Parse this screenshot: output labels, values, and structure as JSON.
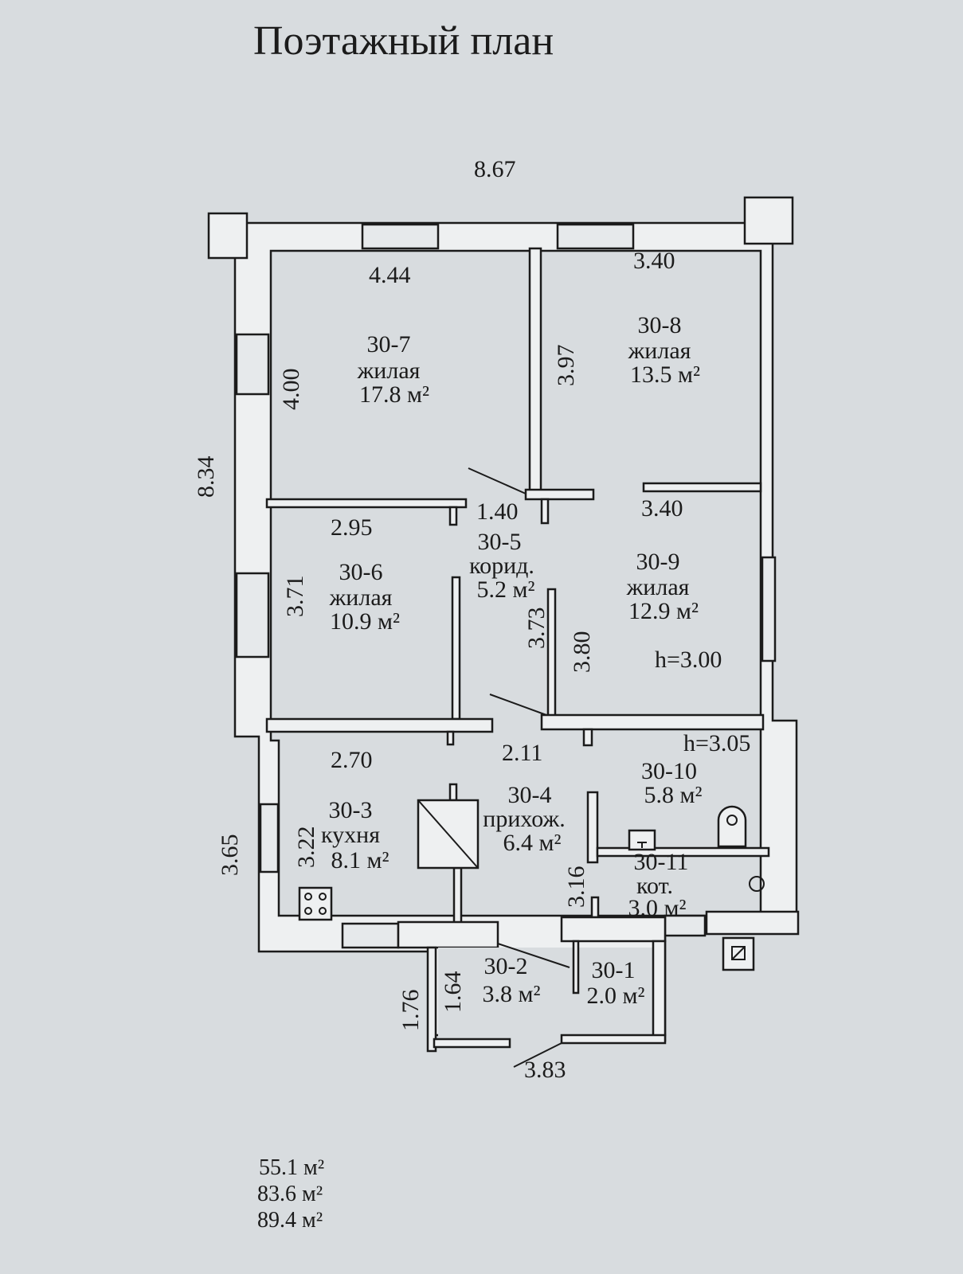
{
  "title": "Поэтажный план",
  "dimensions": {
    "overall_width": "8.67",
    "overall_height": "8.34",
    "lower_height": "3.65",
    "r7_width": "4.44",
    "r7_height": "4.00",
    "r8_width": "3.40",
    "r8_height": "3.97",
    "r6_width": "2.95",
    "r6_height": "3.71",
    "corridor_width": "1.40",
    "corridor_height": "3.73",
    "r9_width": "3.40",
    "r9_height": "3.80",
    "kitchen_width": "2.70",
    "kitchen_height": "3.22",
    "hall_width": "2.11",
    "hall_height": "3.16",
    "vest_outer": "1.76",
    "vest_inner": "1.64",
    "vest_width": "3.83"
  },
  "heights": {
    "main": "h=3.00",
    "wet": "h=3.05"
  },
  "rooms": [
    {
      "id": "30-7",
      "type": "жилая",
      "area": "17.8 м²"
    },
    {
      "id": "30-8",
      "type": "жилая",
      "area": "13.5 м²"
    },
    {
      "id": "30-6",
      "type": "жилая",
      "area": "10.9 м²"
    },
    {
      "id": "30-5",
      "type": "корид.",
      "area": "5.2 м²"
    },
    {
      "id": "30-9",
      "type": "жилая",
      "area": "12.9 м²"
    },
    {
      "id": "30-3",
      "type": "кухня",
      "area": "8.1 м²"
    },
    {
      "id": "30-4",
      "type": "прихож.",
      "area": "6.4 м²"
    },
    {
      "id": "30-10",
      "area": "5.8 м²"
    },
    {
      "id": "30-11",
      "type": "кот.",
      "area": "3.0 м²"
    },
    {
      "id": "30-2",
      "area": "3.8 м²"
    },
    {
      "id": "30-1",
      "area": "2.0 м²"
    }
  ],
  "totals": [
    "55.1 м²",
    "83.6 м²",
    "89.4 м²"
  ]
}
